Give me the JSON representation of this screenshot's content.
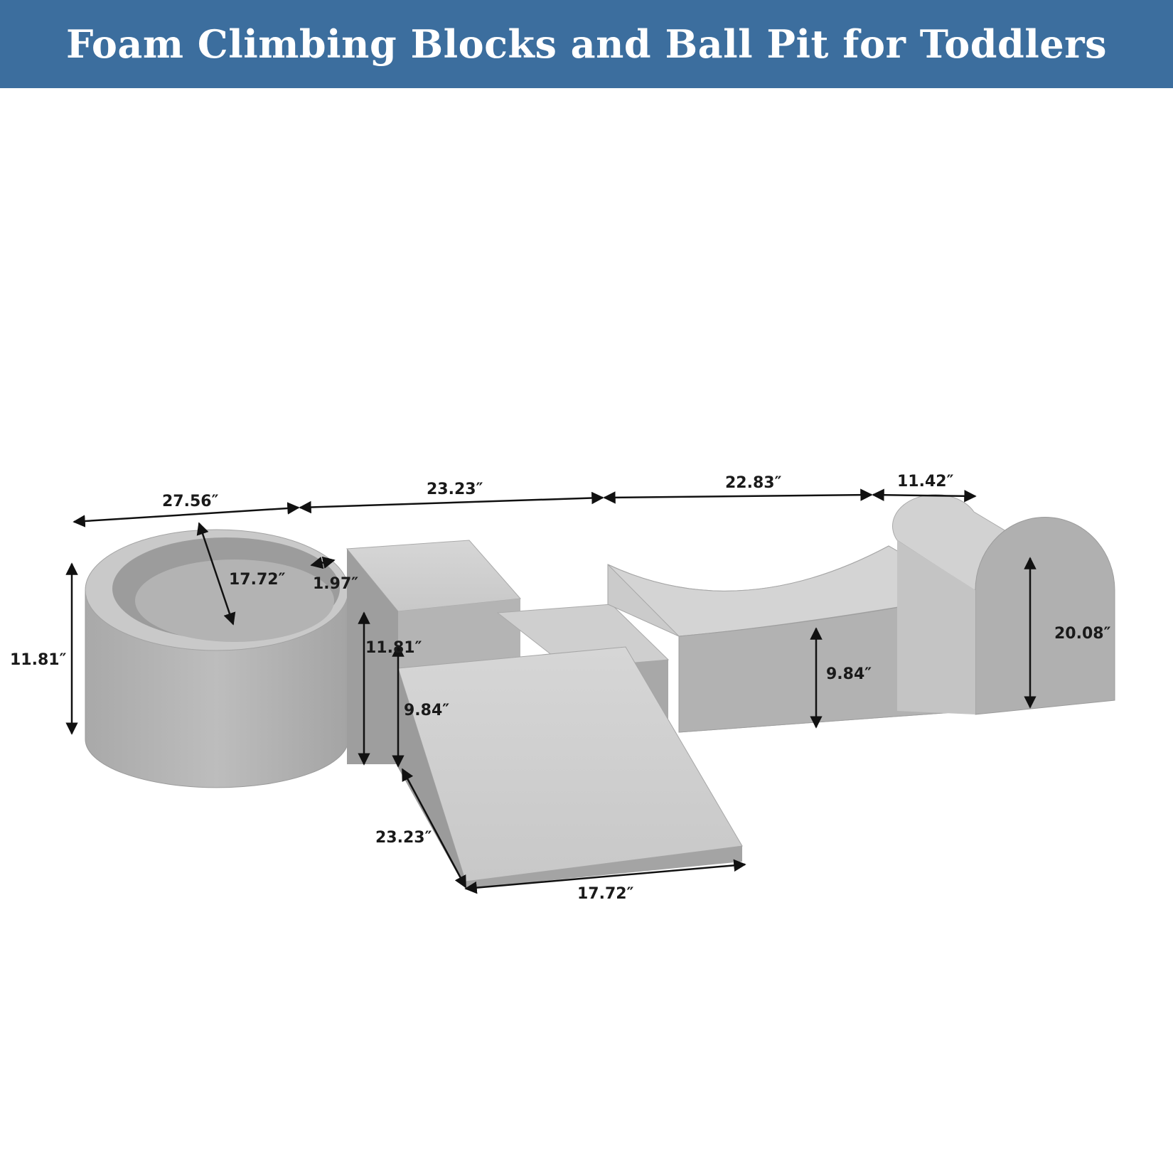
{
  "banner": {
    "title": "Foam Climbing Blocks and Ball Pit for Toddlers",
    "background": "#3c6e9e",
    "text_color": "#ffffff"
  },
  "product": {
    "foam_color": "#b9b9b9",
    "dimensions": {
      "pit_width": "27.56″",
      "pit_inner_diameter": "17.72″",
      "pit_wall": "1.97″",
      "pit_height": "11.81″",
      "step_length": "23.23″",
      "step_height": "11.81″",
      "ramp_height": "9.84″",
      "ramp_length": "23.23″",
      "ramp_width": "17.72″",
      "curve_length": "22.83″",
      "curve_height": "9.84″",
      "cylinder_width": "11.42″",
      "cylinder_height": "20.08″"
    }
  }
}
